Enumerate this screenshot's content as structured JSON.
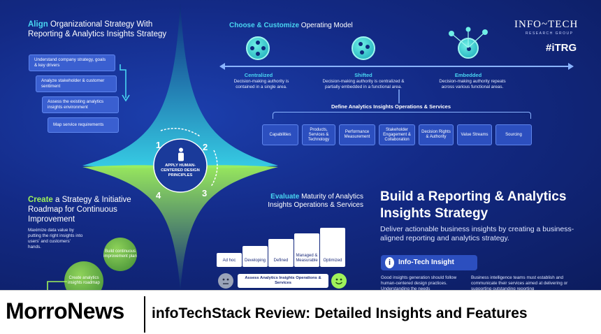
{
  "align": {
    "highlight": "Align",
    "title_rest": " Organizational Strategy With Reporting & Analytics Insights Strategy",
    "steps": [
      "Understand company strategy, goals & key drivers",
      "Analyze stakeholder & customer sentiment",
      "Assess the existing analytics insights environment",
      "Map service requirements"
    ]
  },
  "operating_model": {
    "highlight": "Choose & Customize",
    "title_rest": " Operating Model",
    "models": [
      {
        "label": "Centralized",
        "desc": "Decision-making authority is contained in a single area."
      },
      {
        "label": "Shifted",
        "desc": "Decision-making authority is centralized & partially embedded in a functional area."
      },
      {
        "label": "Embedded",
        "desc": "Decision-making authority repeats across various functional areas."
      }
    ]
  },
  "logo": {
    "name": "INFO~TECH",
    "sub": "RESEARCH GROUP",
    "tag": "#iTRG"
  },
  "define": {
    "title": "Define Analytics Insights Operations & Services",
    "items": [
      "Capabilities",
      "Products, Services & Technology",
      "Performance Measurement",
      "Stakeholder Engagement & Collaboration",
      "Decision Rights & Authority",
      "Value Streams",
      "Sourcing"
    ]
  },
  "center": {
    "label": "APPLY HUMAN-CENTERED DESIGN PRINCIPLES",
    "numbers": [
      "1",
      "2",
      "3",
      "4"
    ]
  },
  "create": {
    "highlight": "Create",
    "title_rest": " a Strategy & Initiative Roadmap for Continuous Improvement",
    "desc": "Maximize data value by putting the right insights into users' and customers' hands.",
    "circles": [
      "Build continuous improvement plan",
      "Create analytics insights roadmap"
    ]
  },
  "evaluate": {
    "highlight": "Evaluate",
    "title_rest": " Maturity of Analytics Insights Operations & Services",
    "levels": [
      "Ad hoc",
      "Developing",
      "Defined",
      "Managed & Measurable",
      "Optimized"
    ],
    "assess_label": "Assess Analytics Insights Operations & Services"
  },
  "build": {
    "title": "Build a Reporting & Analytics Insights Strategy",
    "subtitle": "Deliver actionable business insights by creating a business-aligned reporting and analytics strategy.",
    "insight_title": "Info-Tech Insight",
    "insight_left": "Good insights generation should follow human-centered design practices. Understanding the needs",
    "insight_right": "Business intelligence teams must establish and communicate their services aimed at delivering or supporting outstanding reporting"
  },
  "caption": {
    "site": "MorroNews",
    "headline": "infoTechStack Review: Detailed Insights and Features"
  },
  "colors": {
    "accent_cyan": "#49d6f2",
    "accent_green": "#9ff25a",
    "background": "#132a86"
  }
}
